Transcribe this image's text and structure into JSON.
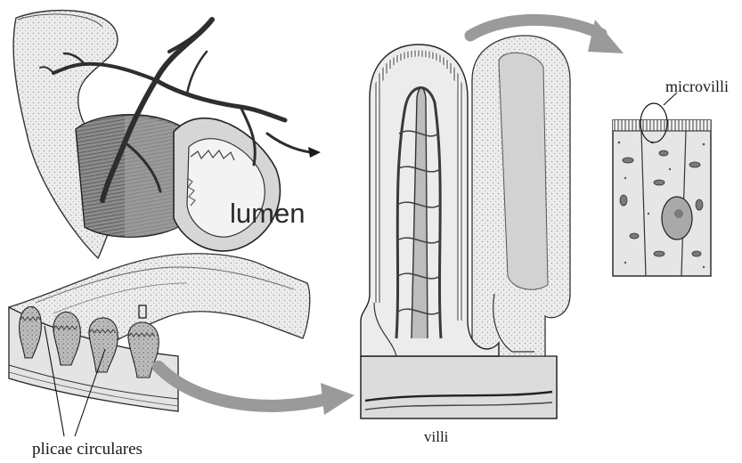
{
  "labels": {
    "lumen": "lumen",
    "microvilli": "microvilli",
    "villi": "villi",
    "plicae": "plicae circulares"
  },
  "colors": {
    "ink": "#1a1a1a",
    "light_tissue": "#e9e9e9",
    "mid_tissue": "#c8c8c8",
    "dark_tissue": "#7a7a7a",
    "arrow": "#9a9a9a",
    "vessel": "#3a3a3a"
  }
}
